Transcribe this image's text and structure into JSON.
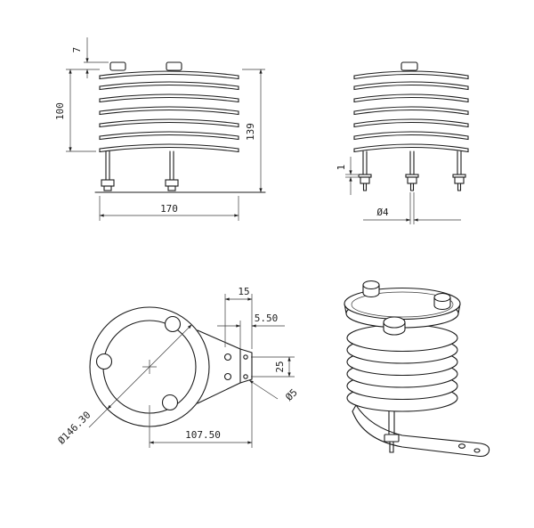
{
  "dims": {
    "front": {
      "tab_height": "7",
      "louver_stack_height": "100",
      "overall_height": "139",
      "overall_width": "170"
    },
    "side": {
      "washer_thickness": "1",
      "bolt_diameter": "Ø4"
    },
    "bottom": {
      "bracket_width": "15",
      "plate_thickness": "5.50",
      "hole_spacing": "25",
      "small_hole_diameter": "Ø5",
      "flange_diameter": "Ø146.30",
      "mount_span": "107.50"
    }
  }
}
